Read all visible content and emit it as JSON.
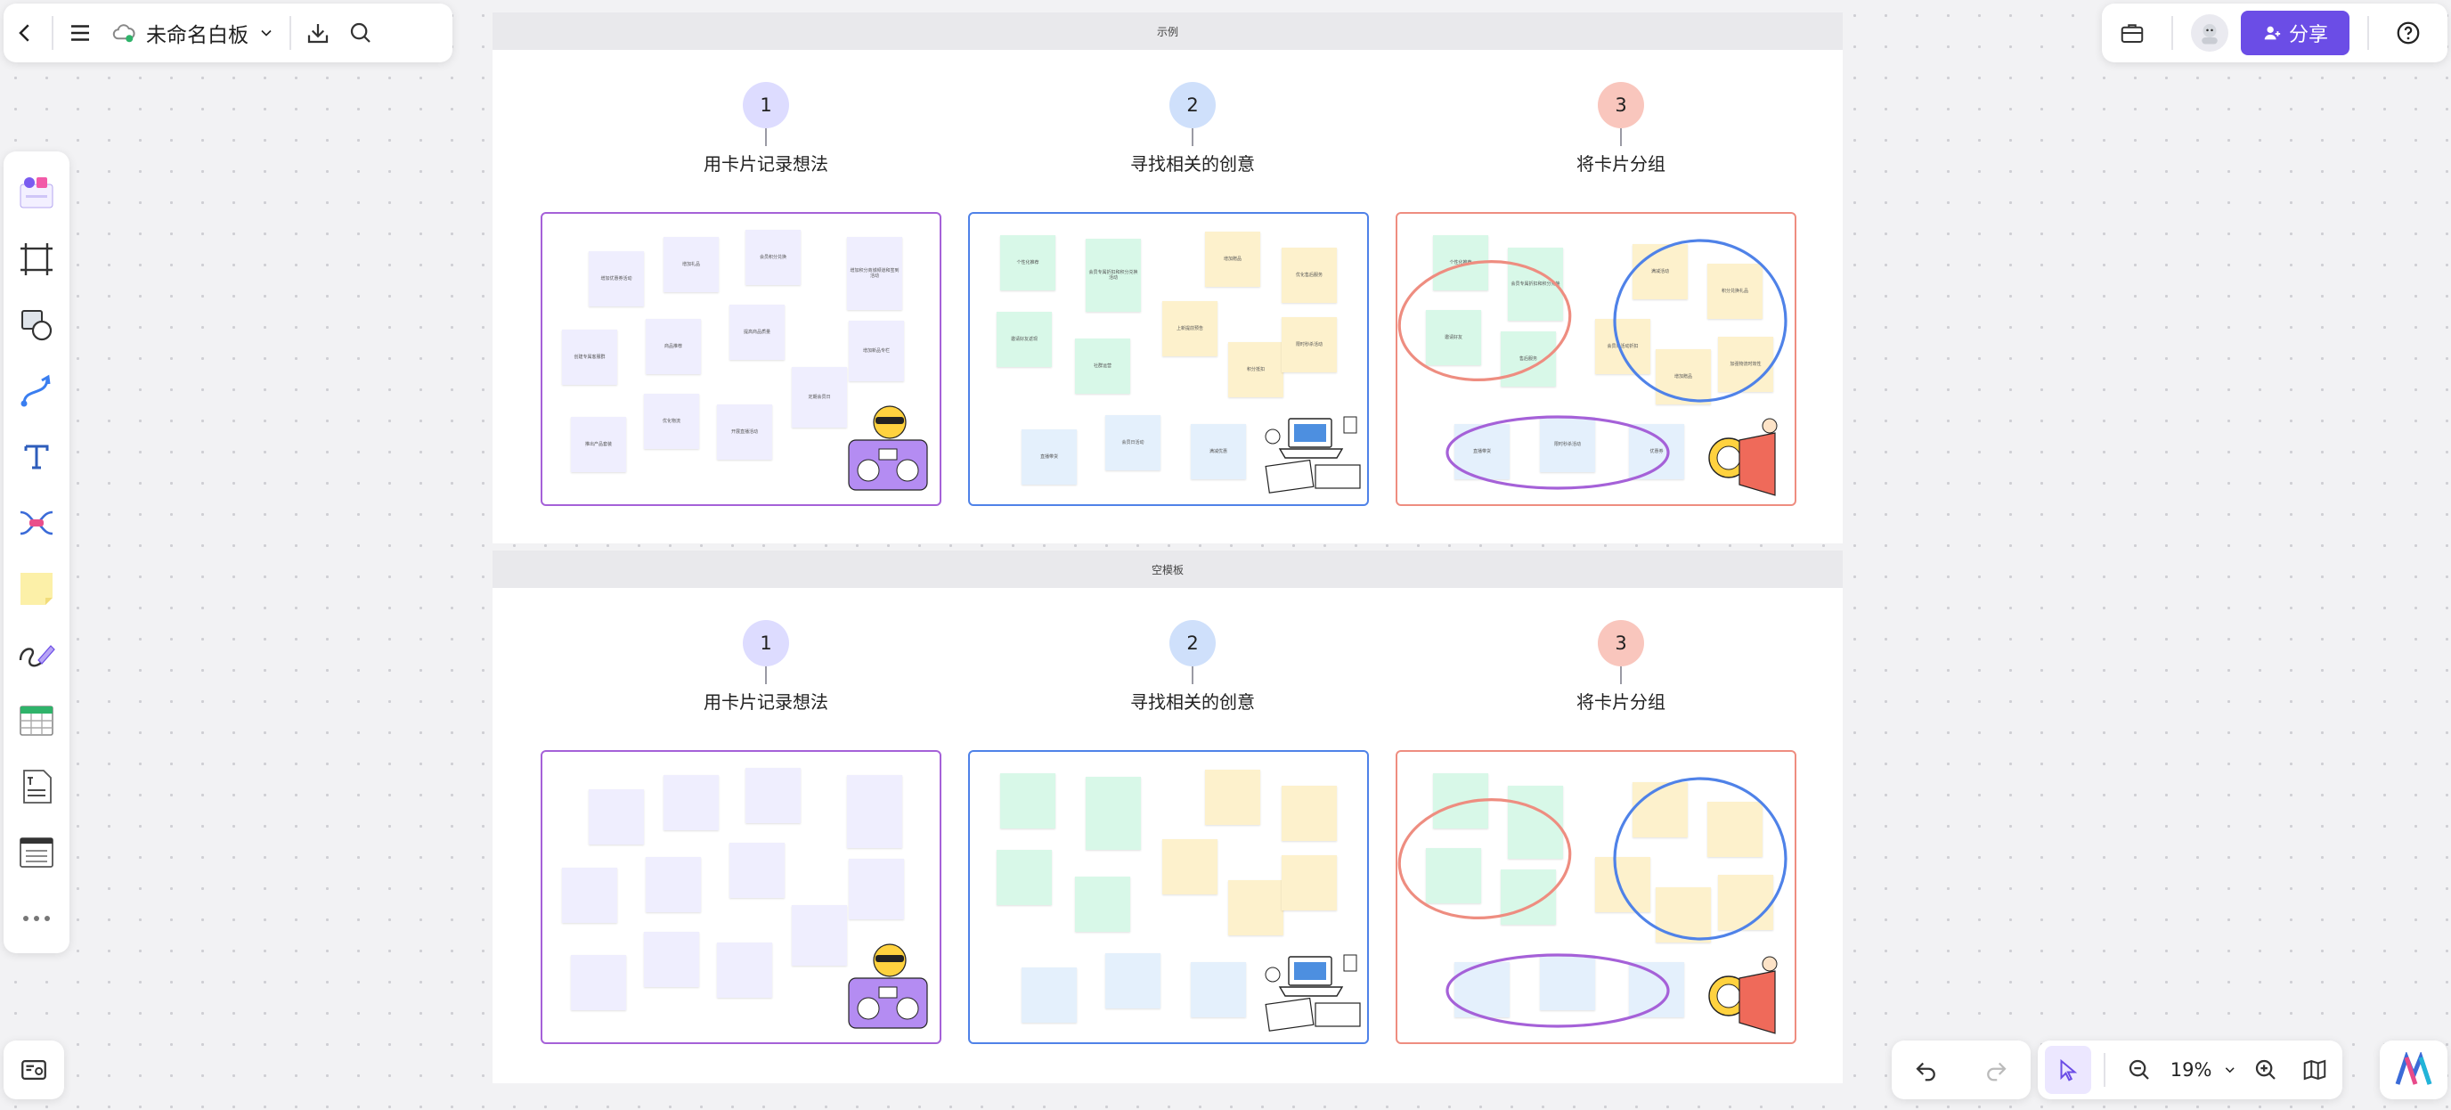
{
  "toolbar": {
    "board_title": "未命名白板"
  },
  "topright": {
    "share_label": "分享"
  },
  "zoom": {
    "level": "19%"
  },
  "frames": [
    {
      "title": "示例",
      "steps": [
        {
          "num": "1",
          "title": "用卡片记录想法"
        },
        {
          "num": "2",
          "title": "寻找相关的创意"
        },
        {
          "num": "3",
          "title": "将卡片分组"
        }
      ]
    },
    {
      "title": "空模板",
      "steps": [
        {
          "num": "1",
          "title": "用卡片记录想法"
        },
        {
          "num": "2",
          "title": "寻找相关的创意"
        },
        {
          "num": "3",
          "title": "将卡片分组"
        }
      ]
    }
  ],
  "cards": {
    "board1": [
      "增加优惠券活动",
      "增加礼品",
      "会员积分兑换",
      "增加积分商城频道和签到活动",
      "创建专属客服群",
      "商品推荐",
      "提高商品质量",
      "增加新品专栏",
      "推出产品套装",
      "优化物流",
      "开展直播活动",
      "定期会员日"
    ],
    "board2": [
      "个性化推荐",
      "会员专属折扣和积分兑换活动",
      "增加赠品",
      "优化售后服务",
      "邀请好友返现",
      "社群运营",
      "上新提前预告",
      "积分抵扣",
      "限时秒杀活动",
      "直播带货",
      "会员日活动",
      "满减优惠"
    ],
    "board3": [
      "个性化推荐",
      "会员专属折扣和积分兑换",
      "满减活动",
      "积分兑换礼品",
      "邀请好友",
      "售后服务",
      "会员日活动折扣",
      "增加赠品",
      "加强物流时效性",
      "直播带货",
      "限时秒杀活动",
      "优惠券"
    ]
  },
  "colors": {
    "accent": "#6b4de6",
    "purple_border": "#a561d8",
    "blue_border": "#4f82e8",
    "red_border": "#ee8d80"
  }
}
